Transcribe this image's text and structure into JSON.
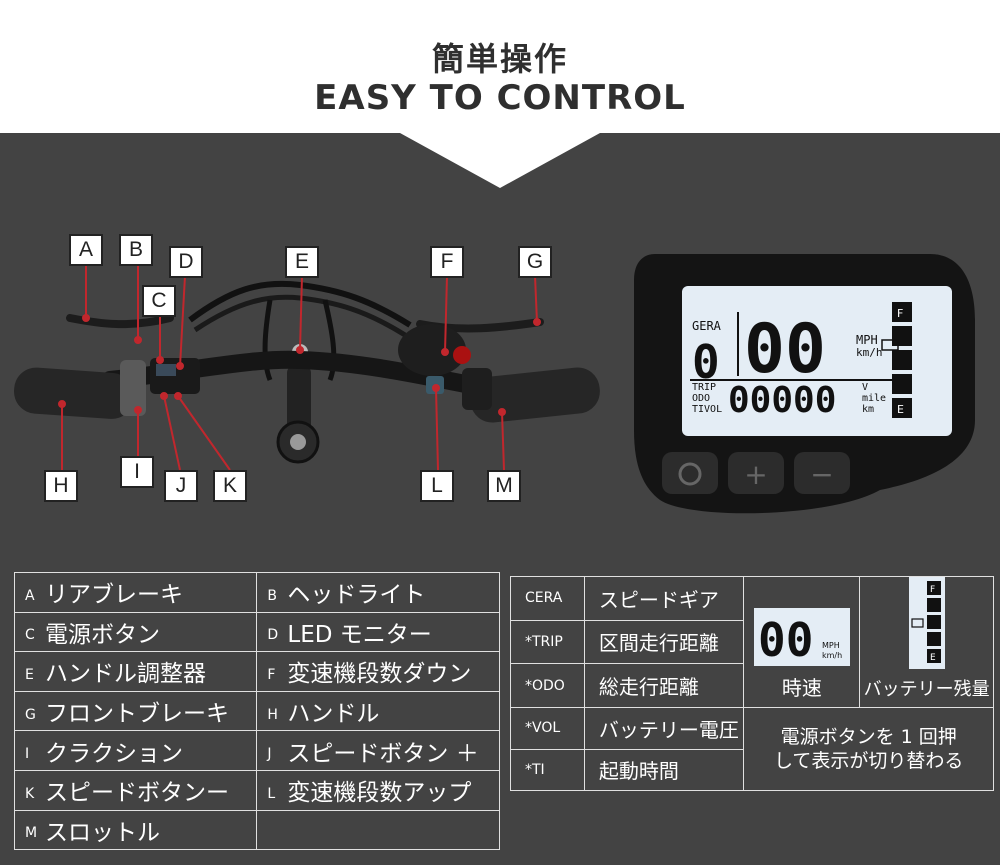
{
  "header": {
    "title_jp": "簡単操作",
    "title_en": "EASY TO CONTROL"
  },
  "callouts": [
    "A",
    "B",
    "C",
    "D",
    "E",
    "F",
    "G",
    "H",
    "I",
    "J",
    "K",
    "L",
    "M"
  ],
  "display": {
    "gera_label": "GERA",
    "gear_digit": "0",
    "speed_digits": "00",
    "speed_unit_mph": "MPH",
    "speed_unit_kmh": "km/h",
    "trip_label": "TRIP",
    "odo_label": "ODO",
    "tivol_label": "TIVOL",
    "odo_digits": "00000",
    "unit_v": "V",
    "unit_mile": "mile",
    "unit_km": "km",
    "battery_full": "F",
    "battery_empty": "E",
    "plus": "+",
    "minus": "−"
  },
  "parts": [
    {
      "key": "A",
      "label": "リアブレーキ"
    },
    {
      "key": "B",
      "label": "ヘッドライト"
    },
    {
      "key": "C",
      "label": "電源ボタン"
    },
    {
      "key": "D",
      "label": "LED モニター"
    },
    {
      "key": "E",
      "label": "ハンドル調整器"
    },
    {
      "key": "F",
      "label": "変速機段数ダウン"
    },
    {
      "key": "G",
      "label": "フロントブレーキ"
    },
    {
      "key": "H",
      "label": "ハンドル"
    },
    {
      "key": "I",
      "label": "クラクション"
    },
    {
      "key": "J",
      "label": "スピードボタン ＋"
    },
    {
      "key": "K",
      "label": "スピードボタンー"
    },
    {
      "key": "L",
      "label": "変速機段数アップ"
    },
    {
      "key": "M",
      "label": "スロットル"
    }
  ],
  "modes": [
    {
      "abbr": "CERA",
      "desc": "スピードギア"
    },
    {
      "abbr": "*TRIP",
      "desc": "区間走行距離"
    },
    {
      "abbr": "*ODO",
      "desc": "総走行距離"
    },
    {
      "abbr": "*VOL",
      "desc": "バッテリー電圧"
    },
    {
      "abbr": "*TI",
      "desc": "起動時間"
    }
  ],
  "speed_cell": {
    "label": "時速",
    "digits": "00",
    "unit_mph": "MPH",
    "unit_kmh": "km/h"
  },
  "battery_cell": {
    "label": "バッテリー残量",
    "full": "F",
    "empty": "E"
  },
  "note": {
    "line1": "電源ボタンを 1 回押",
    "line2": "して表示が切り替わる"
  }
}
